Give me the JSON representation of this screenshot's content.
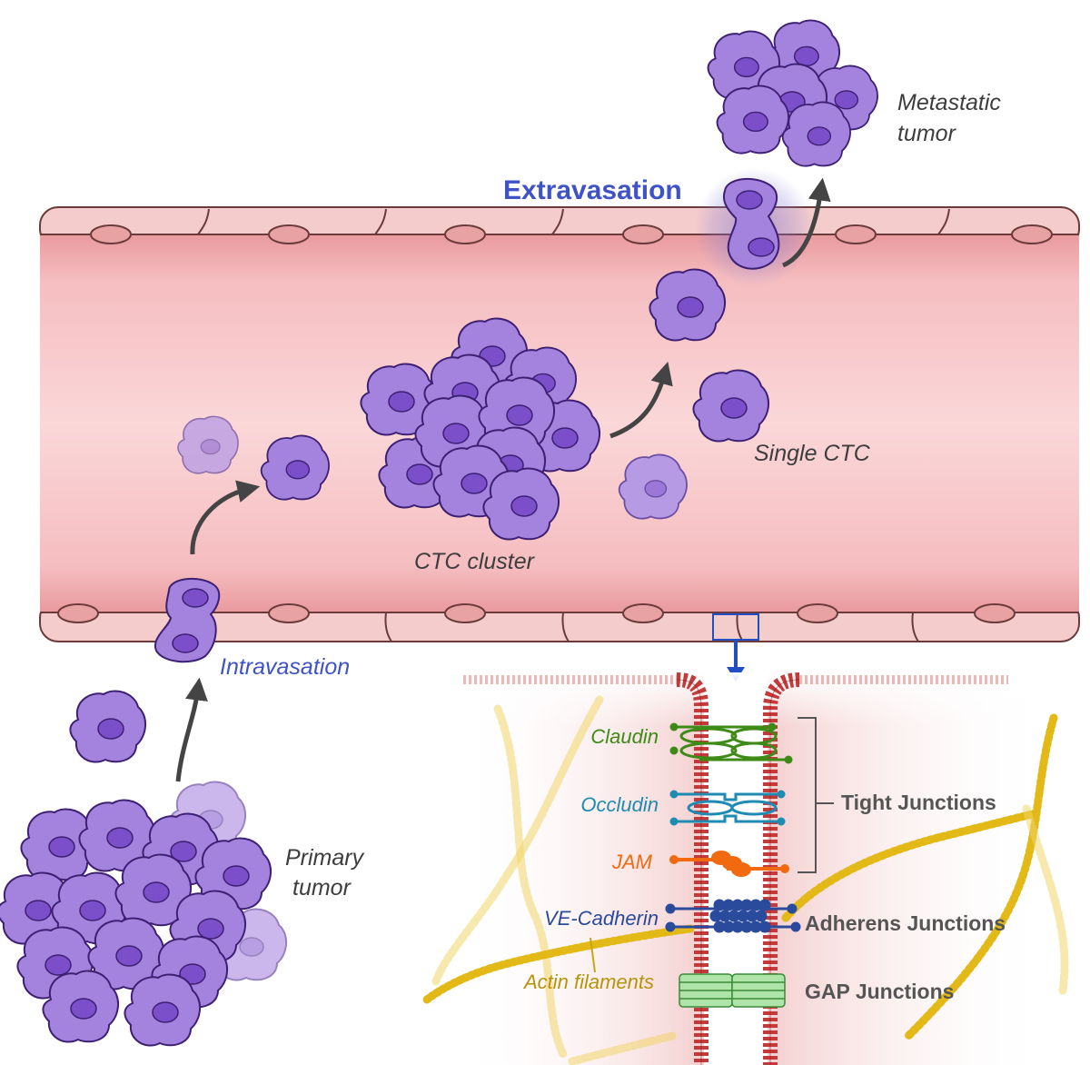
{
  "labels": {
    "metastatic_tumor_line1": "Metastatic",
    "metastatic_tumor_line2": "tumor",
    "extravasation": "Extravasation",
    "single_ctc": "Single CTC",
    "ctc_cluster": "CTC cluster",
    "intravasation": "Intravasation",
    "primary_tumor_line1": "Primary",
    "primary_tumor_line2": "tumor"
  },
  "junctions": {
    "claudin": "Claudin",
    "occludin": "Occludin",
    "jam": "JAM",
    "ve_cadherin": "VE-Cadherin",
    "actin_filaments": "Actin filaments",
    "tight_junctions": "Tight Junctions",
    "adherens_junctions": "Adherens Junctions",
    "gap_junctions": "GAP Junctions"
  },
  "colors": {
    "cell_fill": "#9f7fdc",
    "cell_stroke": "#3d1f73",
    "nucleus": "#7347c4",
    "vessel_wall": "#f4c6c6",
    "vessel_lumen": "#f7c2c4",
    "extravasation_text": "#3f52c6",
    "intravasation_text": "#3f52c6",
    "claudin": "#3d8a17",
    "occludin": "#1f8bb3",
    "jam": "#f26a10",
    "ve_cadherin": "#2a4a9c",
    "actin": "#c9a514",
    "membrane": "#c43a3a",
    "gap": "#aee4a8"
  }
}
